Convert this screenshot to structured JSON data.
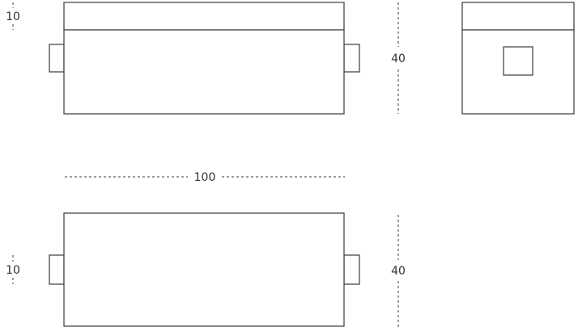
{
  "diagram": {
    "dimensions": {
      "top_left_height": "10",
      "front_height": "40",
      "width": "100",
      "bottom_left_height": "10",
      "bottom_height": "40"
    }
  }
}
